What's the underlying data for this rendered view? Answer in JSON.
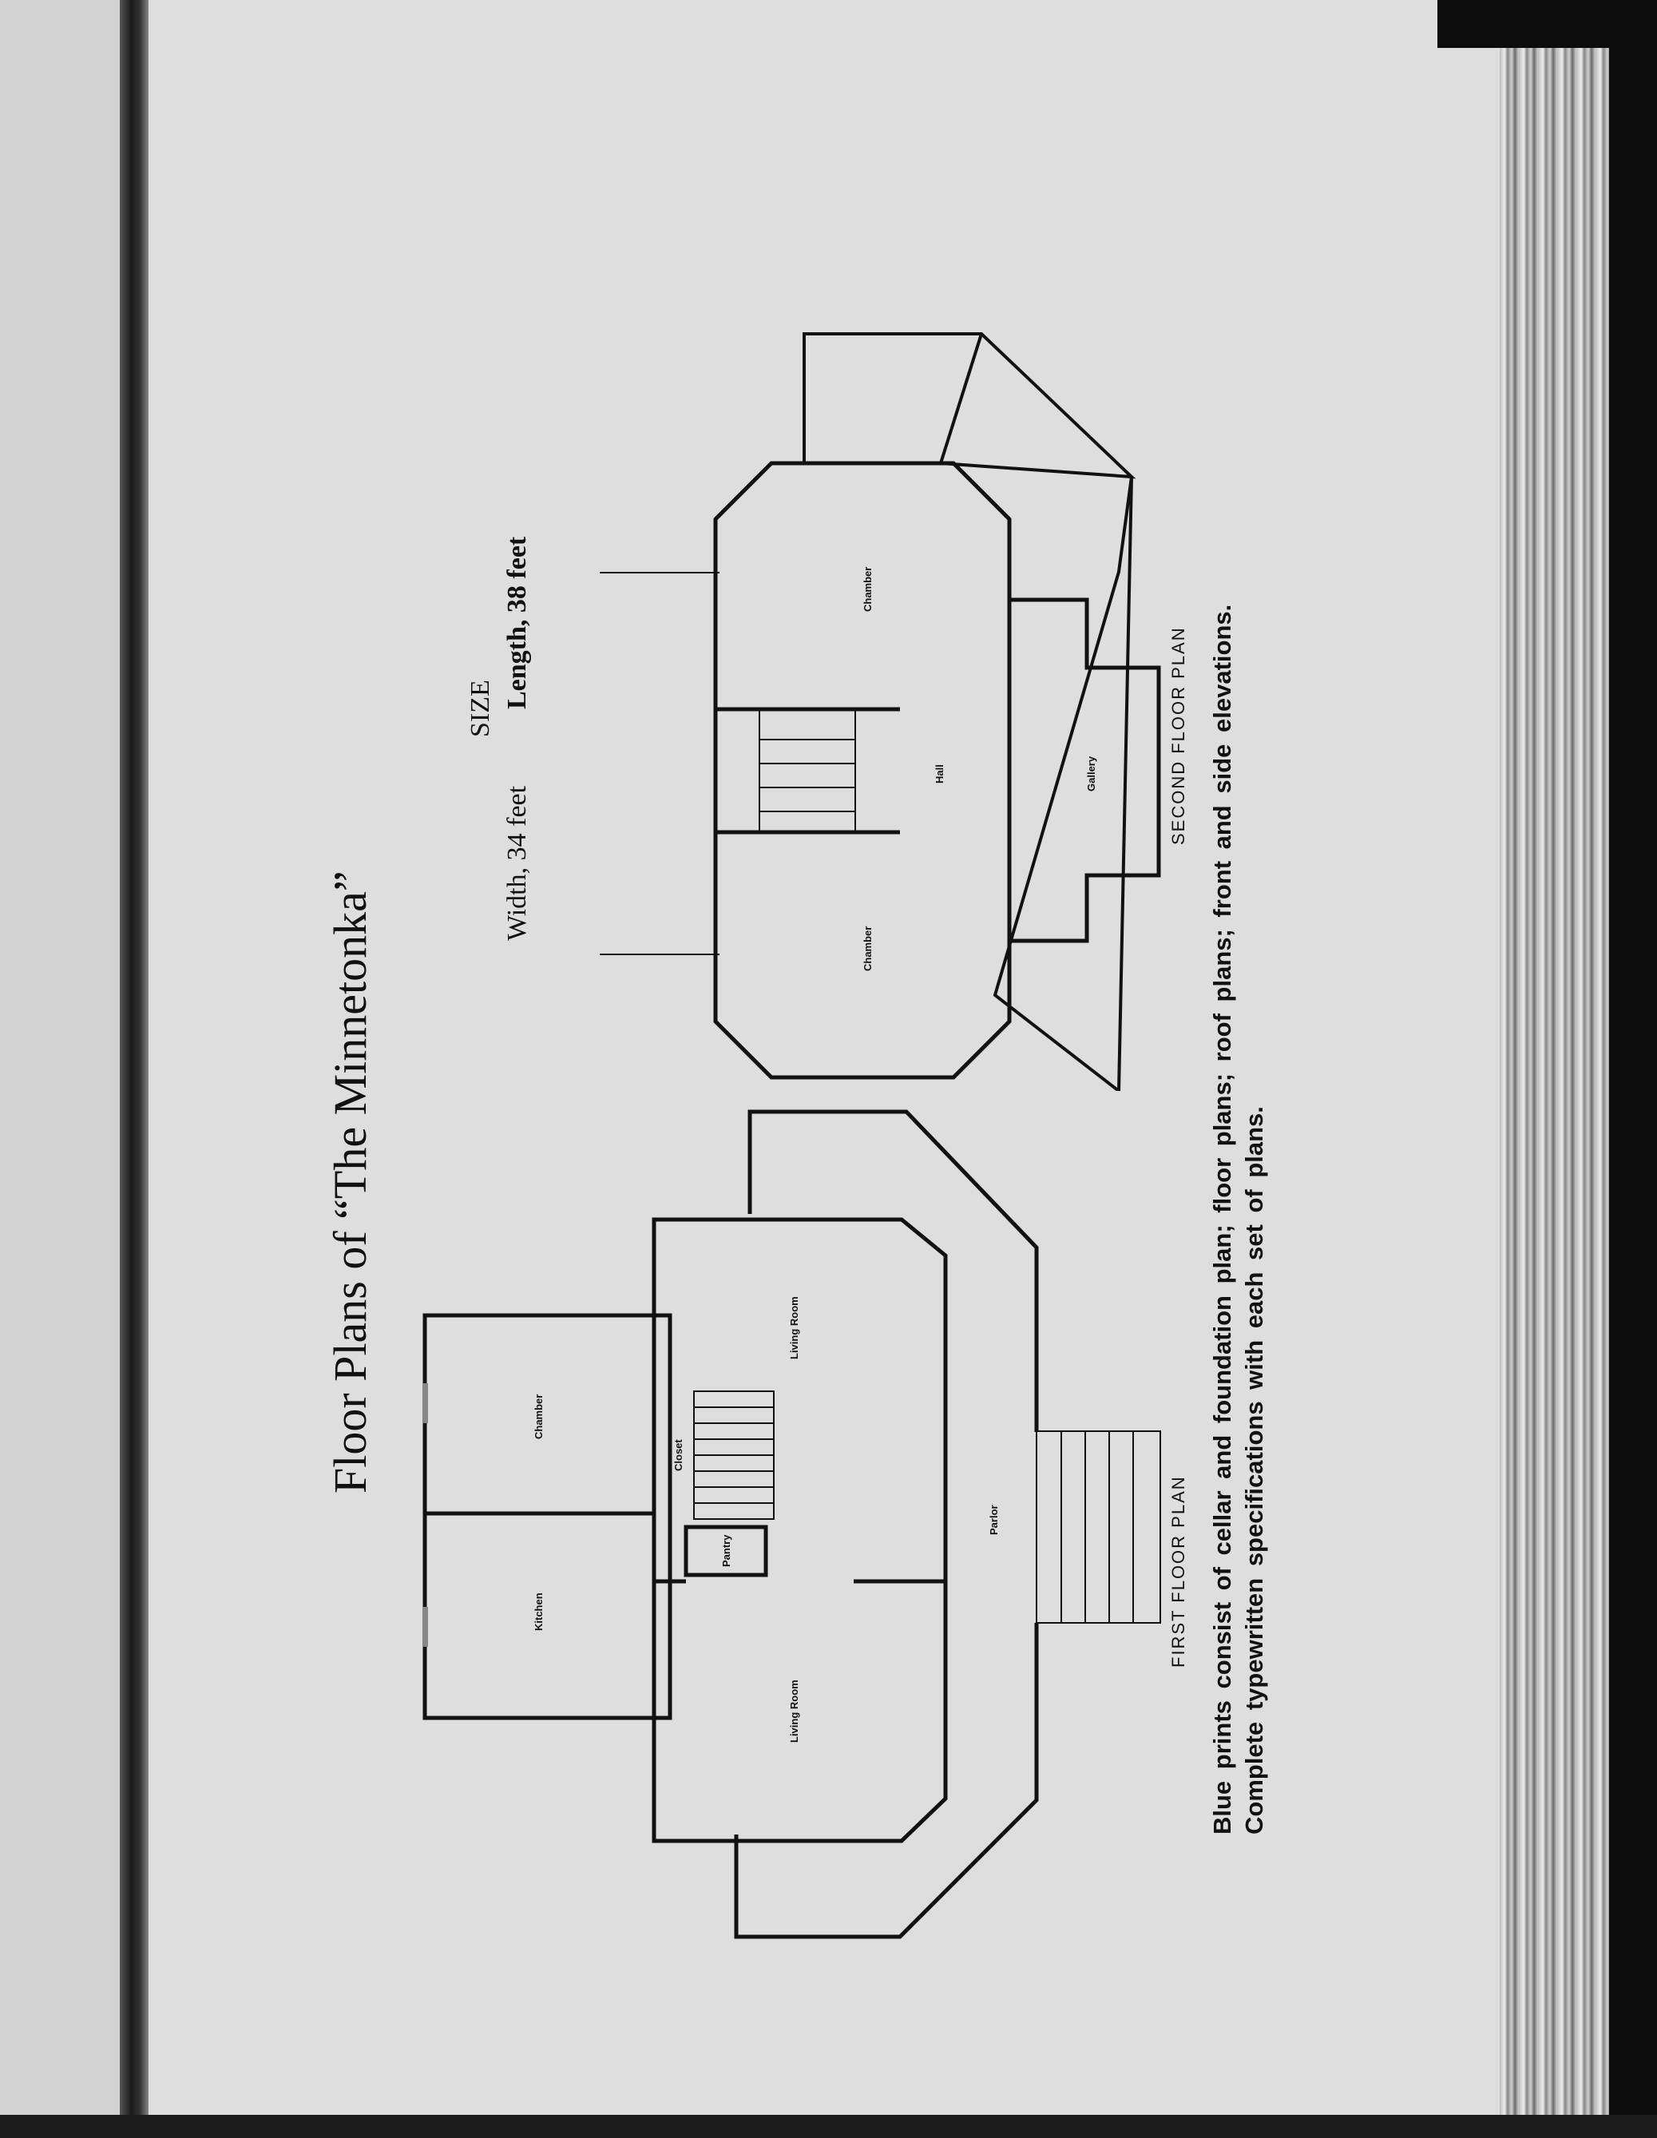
{
  "title": "Floor Plans of “The Minnetonka”",
  "size": {
    "heading": "SIZE",
    "width": "Width, 34 feet",
    "length": "Length, 38 feet"
  },
  "first_floor": {
    "caption": "FIRST FLOOR PLAN",
    "rooms": {
      "chamber": "Chamber",
      "kitchen": "Kitchen",
      "living_room_1": "Living Room",
      "living_room_2": "Living Room",
      "closet": "Closet",
      "pantry": "Pantry",
      "parlor": "Parlor"
    }
  },
  "second_floor": {
    "caption": "SECOND FLOOR PLAN",
    "rooms": {
      "chamber_1": "Chamber",
      "chamber_2": "Chamber",
      "hall": "Hall",
      "gallery": "Gallery"
    }
  },
  "footer": {
    "line1": "Blue prints consist of cellar and foundation plan; floor plans; roof plans; front and side elevations.",
    "line2": "Complete typewritten specifications with each set of plans."
  }
}
